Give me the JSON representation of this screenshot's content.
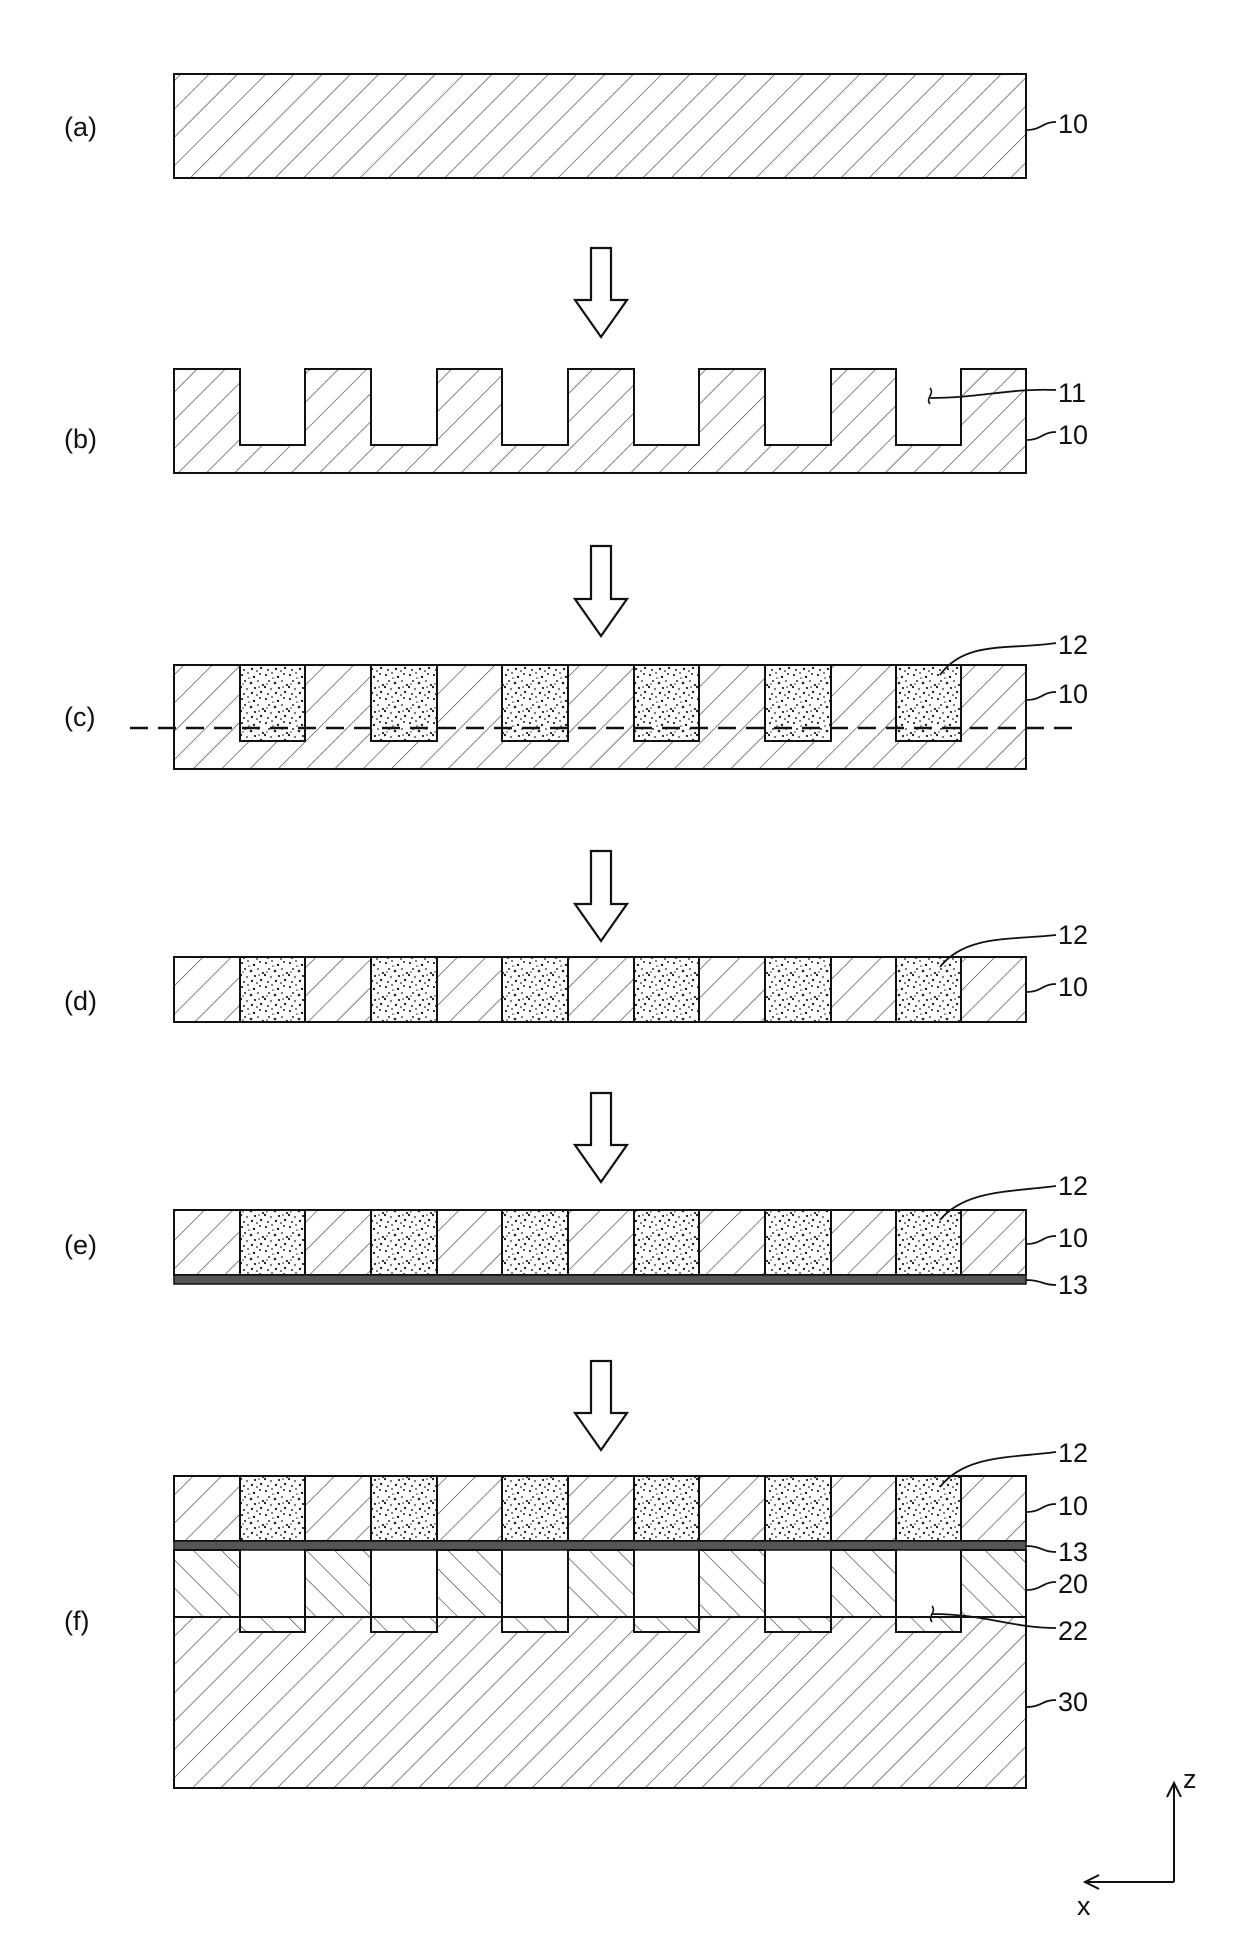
{
  "steps": [
    {
      "label": "(a)",
      "refs": [
        "10"
      ]
    },
    {
      "label": "(b)",
      "refs": [
        "11",
        "10"
      ]
    },
    {
      "label": "(c)",
      "refs": [
        "12",
        "10"
      ]
    },
    {
      "label": "(d)",
      "refs": [
        "12",
        "10"
      ]
    },
    {
      "label": "(e)",
      "refs": [
        "12",
        "10",
        "13"
      ]
    },
    {
      "label": "(f)",
      "refs": [
        "12",
        "10",
        "13",
        "20",
        "22",
        "30"
      ]
    }
  ],
  "axes": {
    "z": "z",
    "x": "x"
  }
}
